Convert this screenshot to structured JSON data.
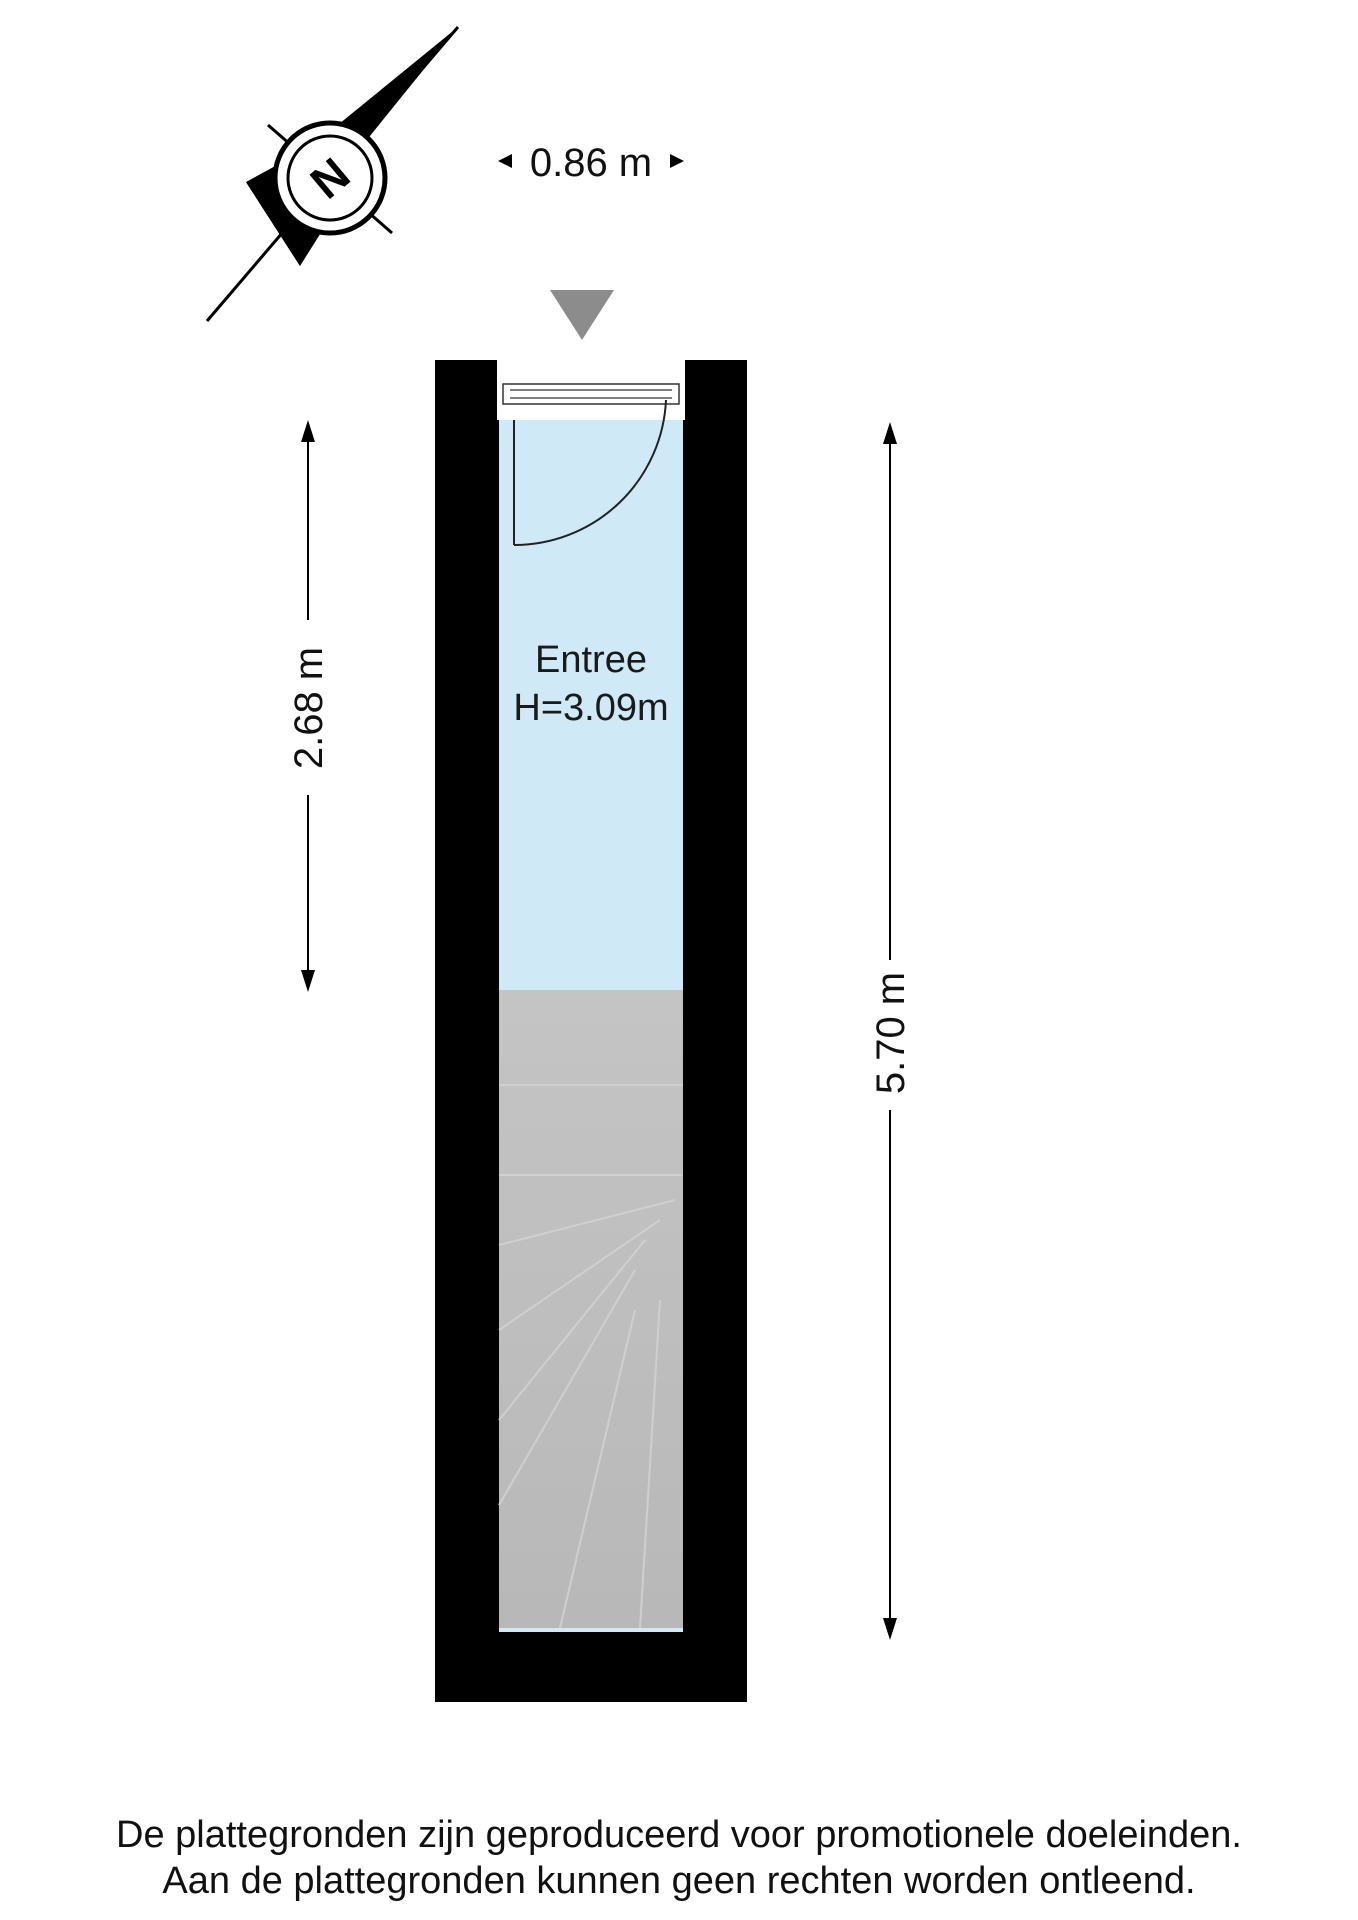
{
  "compass": {
    "letter": "N",
    "icon": "compass-north-icon"
  },
  "dimensions": {
    "width_label": "0.86 m",
    "left_height_label": "2.68 m",
    "total_length_label": "5.70 m"
  },
  "room": {
    "name": "Entree",
    "height_label": "H=3.09m",
    "fill_color": "#cfe9f7"
  },
  "colors": {
    "wall": "#000000",
    "stairs": "#bdbdbd",
    "entrance_marker": "#8c8c8c"
  },
  "disclaimer": {
    "line1": "De plattegronden zijn geproduceerd voor promotionele doeleinden.",
    "line2": "Aan de plattegronden kunnen geen rechten worden ontleend."
  }
}
